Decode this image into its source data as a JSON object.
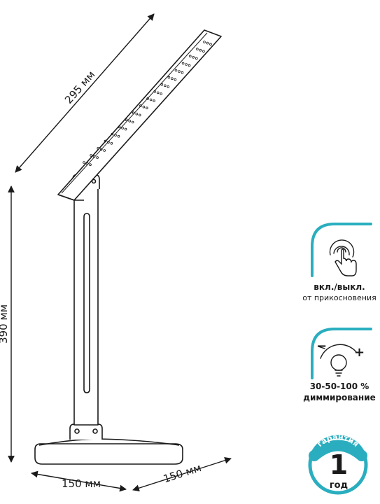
{
  "dimensions": {
    "arm_length": "295 мм",
    "height": "390 мм",
    "base_width": "150 мм",
    "base_depth": "150 мм"
  },
  "badges": {
    "touch": {
      "icon": "touch-icon",
      "line1": "вкл./выкл.",
      "line2": "от прикосновения"
    },
    "dimming": {
      "icon": "dimmer-bulb-icon",
      "minus": "−",
      "plus": "+",
      "line1": "30-50-100 %",
      "line2": "диммирование"
    },
    "warranty": {
      "icon": "warranty-seal-icon",
      "arc_label": "гарантия",
      "number": "1",
      "unit": "год"
    }
  },
  "colors": {
    "accent": "#2aaebf",
    "line": "#1a1a1a",
    "background": "#ffffff"
  }
}
